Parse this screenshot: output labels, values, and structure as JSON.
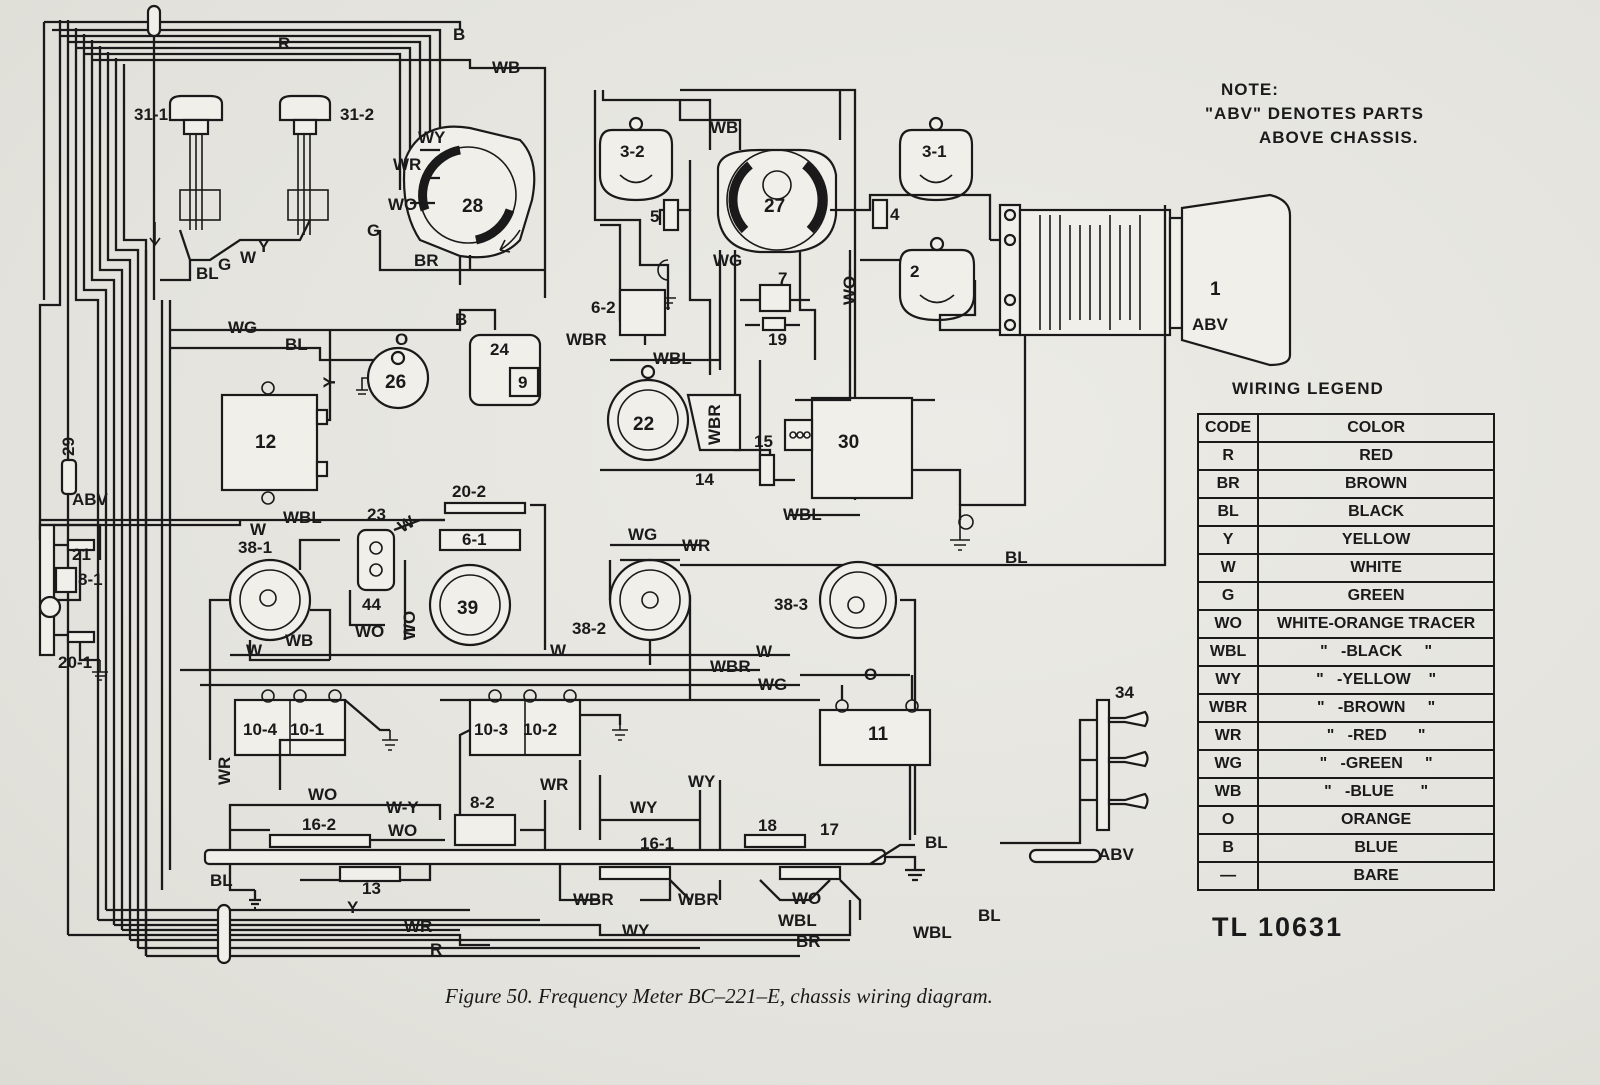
{
  "caption": "Figure 50.   Frequency Meter BC–221–E, chassis wiring diagram.",
  "note": {
    "line1": "NOTE:",
    "line2": "\"ABV\" DENOTES PARTS",
    "line3": "ABOVE CHASSIS."
  },
  "drawing_number": "TL 10631",
  "legend": {
    "title": "WIRING LEGEND",
    "header": {
      "code": "CODE",
      "color": "COLOR"
    },
    "rows": [
      {
        "code": "R",
        "color": "RED"
      },
      {
        "code": "BR",
        "color": "BROWN"
      },
      {
        "code": "BL",
        "color": "BLACK"
      },
      {
        "code": "Y",
        "color": "YELLOW"
      },
      {
        "code": "W",
        "color": "WHITE"
      },
      {
        "code": "G",
        "color": "GREEN"
      },
      {
        "code": "WO",
        "color": "WHITE-ORANGE TRACER"
      },
      {
        "code": "WBL",
        "color": "\"   -BLACK     \""
      },
      {
        "code": "WY",
        "color": "\"   -YELLOW    \""
      },
      {
        "code": "WBR",
        "color": "\"   -BROWN     \""
      },
      {
        "code": "WR",
        "color": "\"   -RED       \""
      },
      {
        "code": "WG",
        "color": "\"   -GREEN     \""
      },
      {
        "code": "WB",
        "color": "\"   -BLUE      \""
      },
      {
        "code": "O",
        "color": "ORANGE"
      },
      {
        "code": "B",
        "color": "BLUE"
      },
      {
        "code": "—",
        "color": "BARE"
      }
    ]
  },
  "parts": {
    "p31_1": "31-1",
    "p31_2": "31-2",
    "p28": "28",
    "p3_2": "3-2",
    "p27": "27",
    "p3_1": "3-1",
    "p5": "5",
    "p4": "4",
    "p2": "2",
    "p1": "1",
    "p6_2": "6-2",
    "p7": "7",
    "p19": "19",
    "p24": "24",
    "p9": "9",
    "p26": "26",
    "p12": "12",
    "p22": "22",
    "p14": "14",
    "p15": "15",
    "p30": "30",
    "p29": "29",
    "p20_2": "20-2",
    "p6_1": "6-1",
    "p23": "23",
    "p21": "21",
    "p8_1": "8-1",
    "p38_1": "38-1",
    "p44": "44",
    "p39": "39",
    "p38_2": "38-2",
    "p38_3": "38-3",
    "p20_1": "20-1",
    "p10_4": "10-4",
    "p10_1": "10-1",
    "p10_3": "10-3",
    "p10_2": "10-2",
    "p11": "11",
    "p34": "34",
    "p16_2": "16-2",
    "p8_2": "8-2",
    "p16_1": "16-1",
    "p18": "18",
    "p17": "17",
    "p13": "13",
    "p0": "O"
  },
  "wire_labels": {
    "r_top": "R",
    "b_top": "B",
    "wb_top": "WB",
    "wy_28": "WY",
    "wr_28": "WR",
    "wo_28": "WO",
    "g_28": "G",
    "br_28": "BR",
    "bl_31": "BL",
    "g_31": "G",
    "w_31": "W",
    "y_31": "Y",
    "wb_27": "WB",
    "wg_27": "WG",
    "wo_27": "WO",
    "b_mid": "B",
    "wg_mid": "WG",
    "bl_mid": "BL",
    "y_12": "Y",
    "wbr_22": "WBR",
    "wbl_22": "WBL",
    "wbr_v": "WBR",
    "wbl_30": "WBL",
    "wbl_12": "WBL",
    "w_23": "W",
    "w_38": "W",
    "wg_38": "WG",
    "wr_38": "WR",
    "bl_long": "BL",
    "wb_38": "WB",
    "wo_44": "WO",
    "wo_v": "WO",
    "w_38a": "W",
    "w_row": "W",
    "wbr_row": "WBR",
    "w_row2": "W",
    "wg_row": "WG",
    "o_row": "O",
    "wr_v": "WR",
    "wo_16": "WO",
    "wy_16": "W-Y",
    "wo_16b": "WO",
    "wr_82": "WR",
    "wy_82": "WY",
    "wy_v": "WY",
    "bl_16": "BL",
    "y_13": "Y",
    "wbr_a": "WBR",
    "wbr_b": "WBR",
    "wo_17": "WO",
    "wbl_17": "WBL",
    "bl_17": "BL",
    "bl_34": "BL",
    "wr_bot": "WR",
    "wy_bot": "WY",
    "wbl_bot": "WBL",
    "br_bot": "BR",
    "r_bot": "R",
    "abv_1": "ABV",
    "abv_29": "ABV",
    "abv_34": "ABV"
  }
}
